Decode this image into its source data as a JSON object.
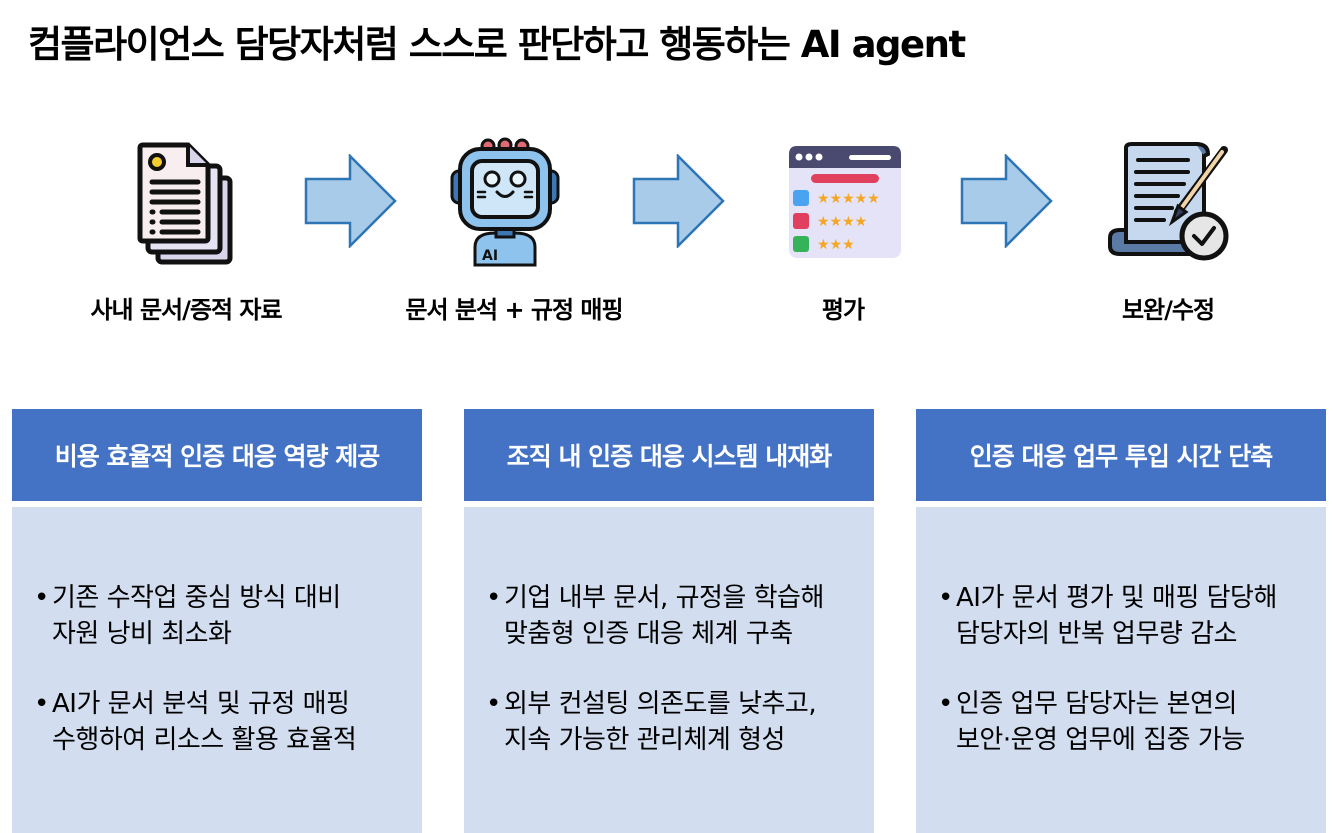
{
  "title": "컴플라이언스 담당자처럼 스스로 판단하고 행동하는 AI agent",
  "colors": {
    "header_bg": "#4472C4",
    "body_bg": "#D2DEEF",
    "arrow_fill": "#A9CBEA",
    "arrow_stroke": "#2E75B6"
  },
  "flow": {
    "steps": [
      {
        "icon": "document-stack-icon",
        "label": "사내 문서/증적 자료"
      },
      {
        "icon": "ai-robot-icon",
        "label": "문서 분석 + 규정 매핑"
      },
      {
        "icon": "rating-board-icon",
        "label": "평가"
      },
      {
        "icon": "document-edit-check-icon",
        "label": "보완/수정"
      }
    ],
    "arrow_icon": "right-arrow-icon"
  },
  "cards": [
    {
      "header": "비용 효율적 인증 대응 역량 제공",
      "bullets": [
        "기존 수작업 중심 방식 대비\n자원 낭비 최소화",
        "AI가 문서 분석 및 규정 매핑\n수행하여 리소스 활용 효율적"
      ]
    },
    {
      "header": "조직 내 인증 대응 시스템 내재화",
      "bullets": [
        "기업 내부 문서, 규정을 학습해\n맞춤형 인증 대응 체계 구축",
        "외부 컨설팅 의존도를 낮추고,\n지속 가능한 관리체계 형성"
      ]
    },
    {
      "header": "인증 대응 업무 투입 시간 단축",
      "bullets": [
        "AI가 문서 평가 및 매핑 담당해\n담당자의 반복 업무량 감소",
        "인증 업무 담당자는 본연의\n보안·운영 업무에 집중 가능"
      ]
    }
  ],
  "bullet_glyph": "•"
}
